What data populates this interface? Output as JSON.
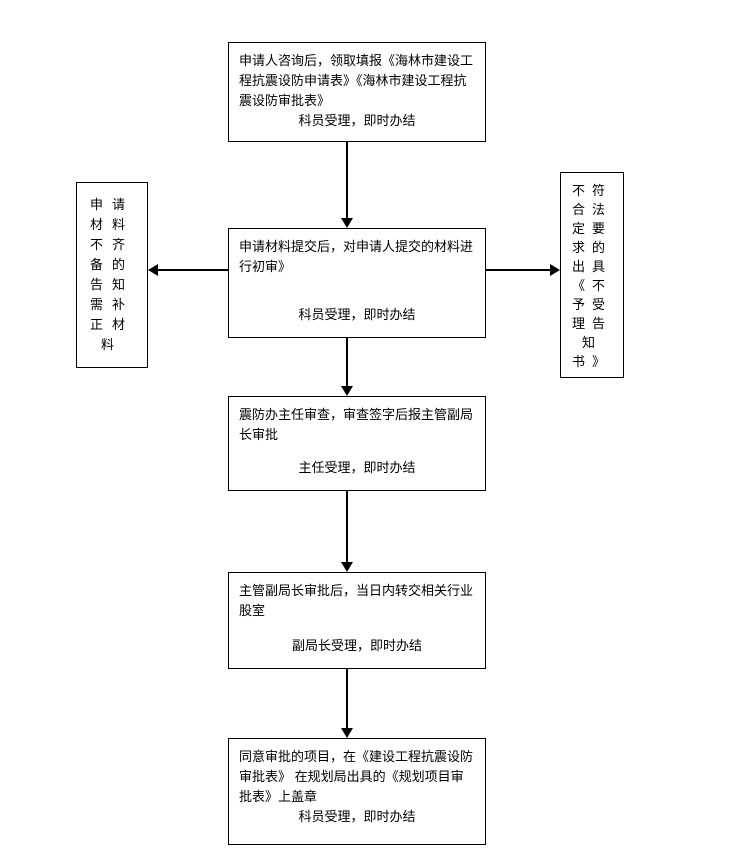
{
  "colors": {
    "background": "#ffffff",
    "border": "#000000",
    "text": "#000000",
    "arrow": "#000000"
  },
  "flow": {
    "boxes": [
      {
        "id": "consult-and-collect-forms",
        "text": "申请人咨询后，领取填报《海林市建设工程抗震设防申请表》《海林市建设工程抗震设防审批表》",
        "handler": "科员受理，即时办结"
      },
      {
        "id": "initial-review",
        "text": "申请材料提交后，对申请人提交的材料进行初审》",
        "handler": "科员受理，即时办结"
      },
      {
        "id": "director-review",
        "text": "震防办主任审查，审查签字后报主管副局长审批",
        "handler": "主任受理，即时办结"
      },
      {
        "id": "deputy-chief-approval",
        "text": "主管副局长审批后，当日内转交相关行业股室",
        "handler": "副局长受理，即时办结"
      },
      {
        "id": "stamp-approved-project",
        "text": "同意审批的项目，在《建设工程抗震设防审批表》 在规划局出具的《规划项目审批表》上盖章",
        "handler": "科员受理，即时办结"
      }
    ],
    "side_boxes": [
      {
        "id": "incomplete-materials-notice",
        "text": "申请材料不齐备的告知需补正材料"
      },
      {
        "id": "rejection-notice",
        "text": "不符合法定要求的出具《不予受理告知书》"
      }
    ]
  }
}
